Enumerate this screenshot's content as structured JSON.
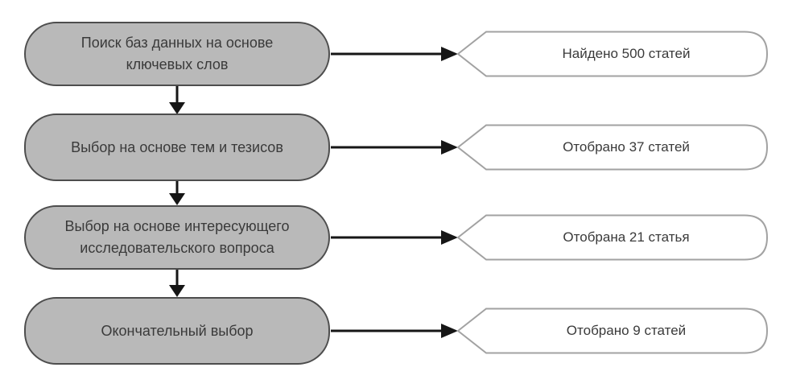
{
  "flowchart": {
    "type": "process-selection-flow",
    "steps": [
      {
        "label": "Поиск баз данных на основе ключевых слов",
        "result": "Найдено 500 статей"
      },
      {
        "label": "Выбор  на основе тем и тезисов",
        "result": "Отобрано 37 статей"
      },
      {
        "label": "Выбор на основе интересующего исследовательского вопроса",
        "result": "Отобрана 21 статья"
      },
      {
        "label": "Окончательный выбор",
        "result": "Отобрано 9 статей"
      }
    ]
  },
  "colors": {
    "box_fill": "#b9b9b9",
    "box_border": "#4d4d4d",
    "result_fill": "#ffffff",
    "result_border": "#a2a2a2",
    "arrow": "#161616",
    "text": "#3a3a3a"
  }
}
